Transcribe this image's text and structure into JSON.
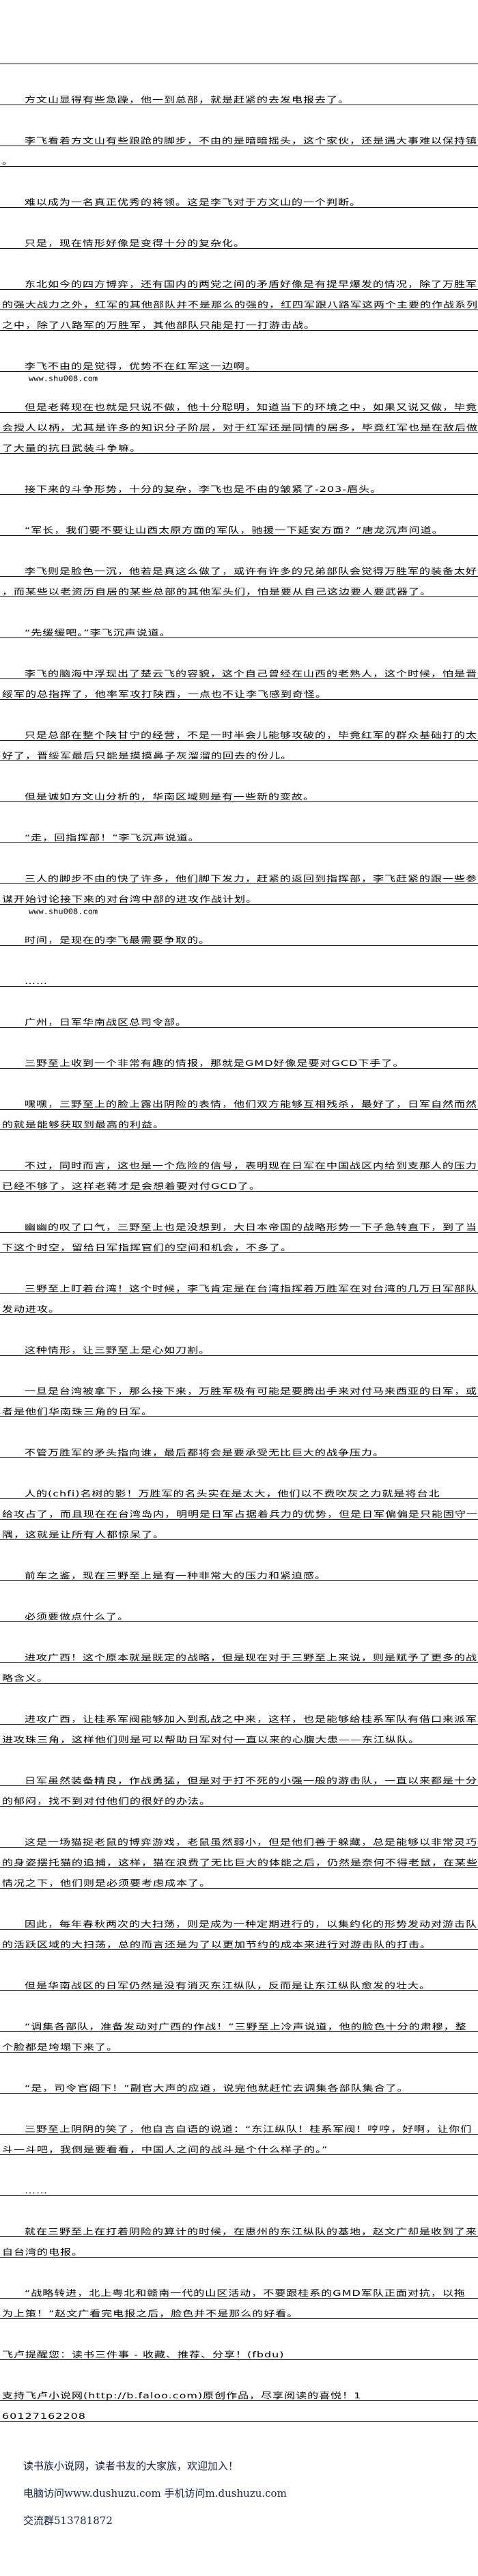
{
  "document": {
    "items": [
      {
        "type": "p",
        "indent": true,
        "lines": [
          "方文山显得有些急躁，他一到总部，就是赶紧的去发电报去了。"
        ]
      },
      {
        "type": "p",
        "indent": true,
        "lines": [
          "李飞看着方文山有些踉跄的脚步，不由的是暗暗摇头，这个家伙，还是遇大事难以保持镇静啊",
          "。"
        ]
      },
      {
        "type": "p",
        "indent": true,
        "lines": [
          "难以成为一名真正优秀的将领。这是李飞对于方文山的一个判断。"
        ]
      },
      {
        "type": "p",
        "indent": true,
        "lines": [
          "只是，现在情形好像是变得十分的复杂化。"
        ]
      },
      {
        "type": "p",
        "indent": true,
        "lines": [
          "东北如今的四方博弈，还有国内的两党之间的矛盾好像是有提早爆发的情况，除了万胜军",
          "的强大战力之外，红军的其他部队并不是那么的强的，红四军跟八路军这两个主要的作战系列",
          "之中，除了八路军的万胜军，其他部队只能是打一打游击战。"
        ]
      },
      {
        "type": "p",
        "indent": true,
        "lines": [
          "李飞不由的是觉得，优势不在红军这一边啊。"
        ]
      },
      {
        "type": "note",
        "text": "www.shu008.com"
      },
      {
        "type": "p",
        "indent": true,
        "lines": [
          "但是老蒋现在也就是只说不做，他十分聪明，知道当下的环境之中，如果又说又做，毕竟",
          "会授人以柄，尤其是许多的知识分子阶层，对于红军还是同情的居多，毕竟红军也是在敌后做",
          "了大量的抗日武装斗争嘛。"
        ]
      },
      {
        "type": "p",
        "indent": true,
        "lines": [
          "接下来的斗争形势，十分的复杂，李飞也是不由的皱紧了-203-眉头。"
        ]
      },
      {
        "type": "p",
        "indent": true,
        "lines": [
          "“军长，我们要不要让山西太原方面的军队，驰援一下延安方面？”唐龙沉声问道。"
        ]
      },
      {
        "type": "p",
        "indent": true,
        "lines": [
          "李飞则是脸色一沉，他若是真这么做了，或许有许多的兄弟部队会觉得万胜军的装备太好",
          "，而某些以老资历自居的某些总部的其他军头们，怕是要从自己这边要人要武器了。"
        ]
      },
      {
        "type": "p",
        "indent": true,
        "lines": [
          "“先缓缓吧。”李飞沉声说道。"
        ]
      },
      {
        "type": "p",
        "indent": true,
        "lines": [
          "李飞的脑海中浮现出了楚云飞的容貌，这个自己曾经在山西的老熟人，这个时候，怕是晋",
          "绥军的总指挥了，他率军攻打陕西，一点也不让李飞感到奇怪。"
        ]
      },
      {
        "type": "p",
        "indent": true,
        "lines": [
          "只是总部在整个陕甘宁的经营，不是一时半会儿能够攻破的，毕竟红军的群众基础打的太",
          "好了，晋绥军最后只能是摸摸鼻子灰溜溜的回去的份儿。"
        ]
      },
      {
        "type": "p",
        "indent": true,
        "lines": [
          "但是诚如方文山分析的，华南区域则是有一些新的变故。"
        ]
      },
      {
        "type": "p",
        "indent": true,
        "lines": [
          "“走，回指挥部！”李飞沉声说道。"
        ]
      },
      {
        "type": "p",
        "indent": true,
        "lines": [
          "三人的脚步不由的快了许多，他们脚下发力，赶紧的返回到指挥部，李飞赶紧的跟一些参",
          "谋开始讨论接下来的对台湾中部的进攻作战计划。"
        ]
      },
      {
        "type": "note",
        "text": "www.shu008.com"
      },
      {
        "type": "p",
        "indent": true,
        "lines": [
          "时间，是现在的李飞最需要争取的。"
        ]
      },
      {
        "type": "p",
        "indent": true,
        "lines": [
          "……"
        ]
      },
      {
        "type": "p",
        "indent": true,
        "lines": [
          "广州，日军华南战区总司令部。"
        ]
      },
      {
        "type": "p",
        "indent": true,
        "lines": [
          "三野至上收到一个非常有趣的情报，那就是GMD好像是要对GCD下手了。"
        ]
      },
      {
        "type": "p",
        "indent": true,
        "lines": [
          "嘿嘿，三野至上的脸上露出阴险的表情，他们双方能够互相残杀，最好了，日军自然而然",
          "的就是能够获取到最高的利益。"
        ]
      },
      {
        "type": "p",
        "indent": true,
        "lines": [
          "不过，同时而言，这也是一个危险的信号，表明现在日军在中国战区内给到支那人的压力",
          "已经不够了，这样老蒋才是会想着要对付GCD了。"
        ]
      },
      {
        "type": "p",
        "indent": true,
        "lines": [
          "幽幽的叹了口气，三野至上也是没想到，大日本帝国的战略形势一下子急转直下，到了当",
          "下这个时空，留给日军指挥官们的空间和机会，不多了。"
        ]
      },
      {
        "type": "p",
        "indent": true,
        "lines": [
          "三野至上盯着台湾！这个时候，李飞肯定是在台湾指挥着万胜军在对台湾的几万日军部队",
          "发动进攻。"
        ]
      },
      {
        "type": "p",
        "indent": true,
        "lines": [
          "这种情形，让三野至上是心如刀割。"
        ]
      },
      {
        "type": "p",
        "indent": true,
        "lines": [
          "一旦是台湾被拿下，那么接下来，万胜军极有可能是要腾出手来对付马来西亚的日军，或",
          "者是他们华南珠三角的日军。"
        ]
      },
      {
        "type": "p",
        "indent": true,
        "lines": [
          "不管万胜军的矛头指向谁，最后都将会是要承受无比巨大的战争压力。"
        ]
      },
      {
        "type": "p",
        "indent": true,
        "lines": [
          "人的(chfi)名树的影！万胜军的名头实在是太大，他们以不费吹灰之力就是将台北",
          "给攻占了，而且现在在台湾岛内，明明是日军占据着兵力的优势，但是日军偏偏是只能固守一",
          "隅，这就是让所有人都惊呆了。"
        ]
      },
      {
        "type": "p",
        "indent": true,
        "lines": [
          "前车之鉴，现在三野至上是有一种非常大的压力和紧迫感。"
        ]
      },
      {
        "type": "p",
        "indent": true,
        "lines": [
          "必须要做点什么了。"
        ]
      },
      {
        "type": "p",
        "indent": true,
        "lines": [
          "进攻广西！这个原本就是既定的战略，但是现在对于三野至上来说，则是赋予了更多的战",
          "略含义。"
        ]
      },
      {
        "type": "p",
        "indent": true,
        "lines": [
          "进攻广西，让桂系军阀能够加入到乱战之中来，这样，也是能够给桂系军队有借口来派军",
          "进攻珠三角，这样他们则是可以帮助日军对付一直以来的心腹大患——东江纵队。"
        ]
      },
      {
        "type": "p",
        "indent": true,
        "lines": [
          "日军虽然装备精良，作战勇猛，但是对于打不死的小强一般的游击队，一直以来都是十分",
          "的郁闷，找不到对付他们的很好的办法。"
        ]
      },
      {
        "type": "p",
        "indent": true,
        "lines": [
          "这是一场猫捉老鼠的博弈游戏，老鼠虽然弱小，但是他们善于躲藏，总是能够以非常灵巧",
          "的身姿摆托猫的追捕，这样，猫在浪费了无比巨大的体能之后，仍然是奈何不得老鼠，在某些",
          "情况之下，他们则是必须要考虑成本了。"
        ]
      },
      {
        "type": "p",
        "indent": true,
        "lines": [
          "因此，每年春秋两次的大扫荡，则是成为一种定期进行的，以集约化的形势发动对游击队",
          "的活跃区域的大扫荡，总的而言还是为了以更加节约的成本来进行对游击队的打击。"
        ]
      },
      {
        "type": "p",
        "indent": true,
        "lines": [
          "但是华南战区的日军仍然是没有消灭东江纵队，反而是让东江纵队愈发的壮大。"
        ]
      },
      {
        "type": "p",
        "indent": true,
        "lines": [
          "“调集各部队，准备发动对广西的作战！”三野至上冷声说道，他的脸色十分的肃穆，整",
          "个脸都是垮塌下来了。"
        ]
      },
      {
        "type": "p",
        "indent": true,
        "lines": [
          "“是，司令官阁下！”副官大声的应道，说完他就赶忙去调集各部队集合了。"
        ]
      },
      {
        "type": "p",
        "indent": true,
        "lines": [
          "三野至上阴阴的笑了，他自言自语的说道：“东江纵队！桂系军阀！哼哼，好啊，让你们",
          "斗一斗吧，我倒是要看看，中国人之间的战斗是个什么样子的。”"
        ]
      },
      {
        "type": "p",
        "indent": true,
        "lines": [
          "……"
        ]
      },
      {
        "type": "p",
        "indent": true,
        "lines": [
          "就在三野至上在打着阴险的算计的时候，在惠州的东江纵队的基地，赵文广却是收到了来",
          "自台湾的电报。"
        ]
      },
      {
        "type": "p",
        "indent": true,
        "lines": [
          "“战略转进，北上粤北和赣南一代的山区活动，不要跟桂系的GMD军队正面对抗，以拖",
          "为上策！”赵文广看完电报之后，脸色并不是那么的好看。"
        ]
      },
      {
        "type": "p",
        "indent": false,
        "lines": [
          "飞卢提醒您：读书三件事 - 收藏、推荐、分享！(fbdu)"
        ]
      },
      {
        "type": "p",
        "indent": false,
        "lines": [
          "支持飞卢小说网(http://b.faloo.com)原创作品，尽享阅读的喜悦！1",
          "60127162208"
        ]
      }
    ]
  },
  "footer": {
    "welcome": "读书族小说网，读者书友的大家族，欢迎加入！",
    "access": "电脑访问www.dushuzu.com 手机访问m.dushuzu.com",
    "group": "交流群513781872"
  },
  "colors": {
    "footer_text": "#14204a",
    "rule": "#000000"
  }
}
